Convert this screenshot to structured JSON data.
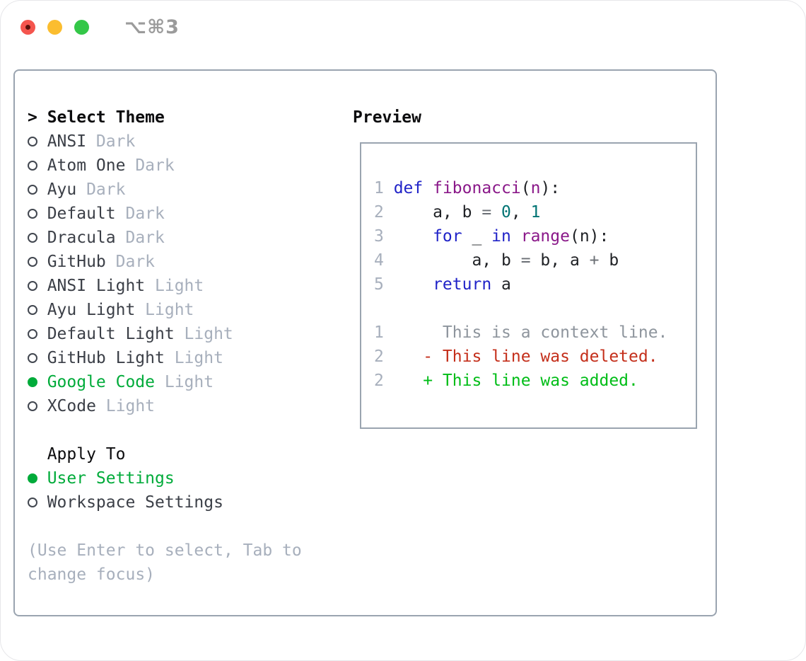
{
  "window": {
    "title": "⌥⌘3"
  },
  "colors": {
    "accent_green": "#00ab3a",
    "diff_added": "#00bd17",
    "diff_deleted": "#c42f1b",
    "diff_context": "#8e959d",
    "syntax_keyword": "#2023c8",
    "syntax_function": "#8a1889",
    "syntax_number": "#007474",
    "syntax_operator": "#6b6f75",
    "syntax_plain": "#1f2125",
    "line_number": "#a7afbc",
    "muted_text": "#a7afbc",
    "primary_text": "#3b3f47",
    "header_text": "#0c0c0e",
    "panel_border": "#9aa4b0",
    "traffic_red": "#f4554e",
    "traffic_yellow": "#fbbd2f",
    "traffic_green": "#34c748",
    "title_gray": "#9b9b9b"
  },
  "theme_panel": {
    "cursor": ">",
    "header": "Select Theme",
    "themes": [
      {
        "name": "ANSI",
        "variant": "Dark",
        "selected": false
      },
      {
        "name": "Atom One",
        "variant": "Dark",
        "selected": false
      },
      {
        "name": "Ayu",
        "variant": "Dark",
        "selected": false
      },
      {
        "name": "Default",
        "variant": "Dark",
        "selected": false
      },
      {
        "name": "Dracula",
        "variant": "Dark",
        "selected": false
      },
      {
        "name": "GitHub",
        "variant": "Dark",
        "selected": false
      },
      {
        "name": "ANSI Light",
        "variant": "Light",
        "selected": false
      },
      {
        "name": "Ayu Light",
        "variant": "Light",
        "selected": false
      },
      {
        "name": "Default Light",
        "variant": "Light",
        "selected": false
      },
      {
        "name": "GitHub Light",
        "variant": "Light",
        "selected": false
      },
      {
        "name": "Google Code",
        "variant": "Light",
        "selected": true
      },
      {
        "name": "XCode",
        "variant": "Light",
        "selected": false
      }
    ],
    "apply_to": {
      "header": "Apply To",
      "options": [
        {
          "label": "User Settings",
          "selected": true
        },
        {
          "label": "Workspace Settings",
          "selected": false
        }
      ]
    },
    "hint_lines": [
      "(Use Enter to select, Tab to",
      "change focus)"
    ]
  },
  "preview": {
    "title": "Preview",
    "code_lines": [
      {
        "num": "1",
        "segments": [
          {
            "t": "def",
            "c": "k"
          },
          {
            "t": " ",
            "c": "p"
          },
          {
            "t": "fibonacci",
            "c": "f"
          },
          {
            "t": "(",
            "c": "p"
          },
          {
            "t": "n",
            "c": "f"
          },
          {
            "t": "):",
            "c": "p"
          }
        ]
      },
      {
        "num": "2",
        "segments": [
          {
            "t": "    a, b ",
            "c": "p"
          },
          {
            "t": "=",
            "c": "o"
          },
          {
            "t": " ",
            "c": "p"
          },
          {
            "t": "0",
            "c": "n"
          },
          {
            "t": ", ",
            "c": "p"
          },
          {
            "t": "1",
            "c": "n"
          }
        ]
      },
      {
        "num": "3",
        "segments": [
          {
            "t": "    ",
            "c": "p"
          },
          {
            "t": "for",
            "c": "k"
          },
          {
            "t": " _ ",
            "c": "p"
          },
          {
            "t": "in",
            "c": "k"
          },
          {
            "t": " ",
            "c": "p"
          },
          {
            "t": "range",
            "c": "f"
          },
          {
            "t": "(n):",
            "c": "p"
          }
        ]
      },
      {
        "num": "4",
        "segments": [
          {
            "t": "        a, b ",
            "c": "p"
          },
          {
            "t": "=",
            "c": "o"
          },
          {
            "t": " b, a ",
            "c": "p"
          },
          {
            "t": "+",
            "c": "o"
          },
          {
            "t": " b",
            "c": "p"
          }
        ]
      },
      {
        "num": "5",
        "segments": [
          {
            "t": "    ",
            "c": "p"
          },
          {
            "t": "return",
            "c": "k"
          },
          {
            "t": " a",
            "c": "p"
          }
        ]
      },
      {
        "num": "",
        "segments": []
      },
      {
        "num": "1",
        "segments": [
          {
            "t": "     This is a context line.",
            "c": "c"
          }
        ]
      },
      {
        "num": "2",
        "segments": [
          {
            "t": "   - This line was deleted.",
            "c": "d"
          }
        ]
      },
      {
        "num": "2",
        "segments": [
          {
            "t": "   + This line was added.",
            "c": "a"
          }
        ]
      }
    ]
  }
}
